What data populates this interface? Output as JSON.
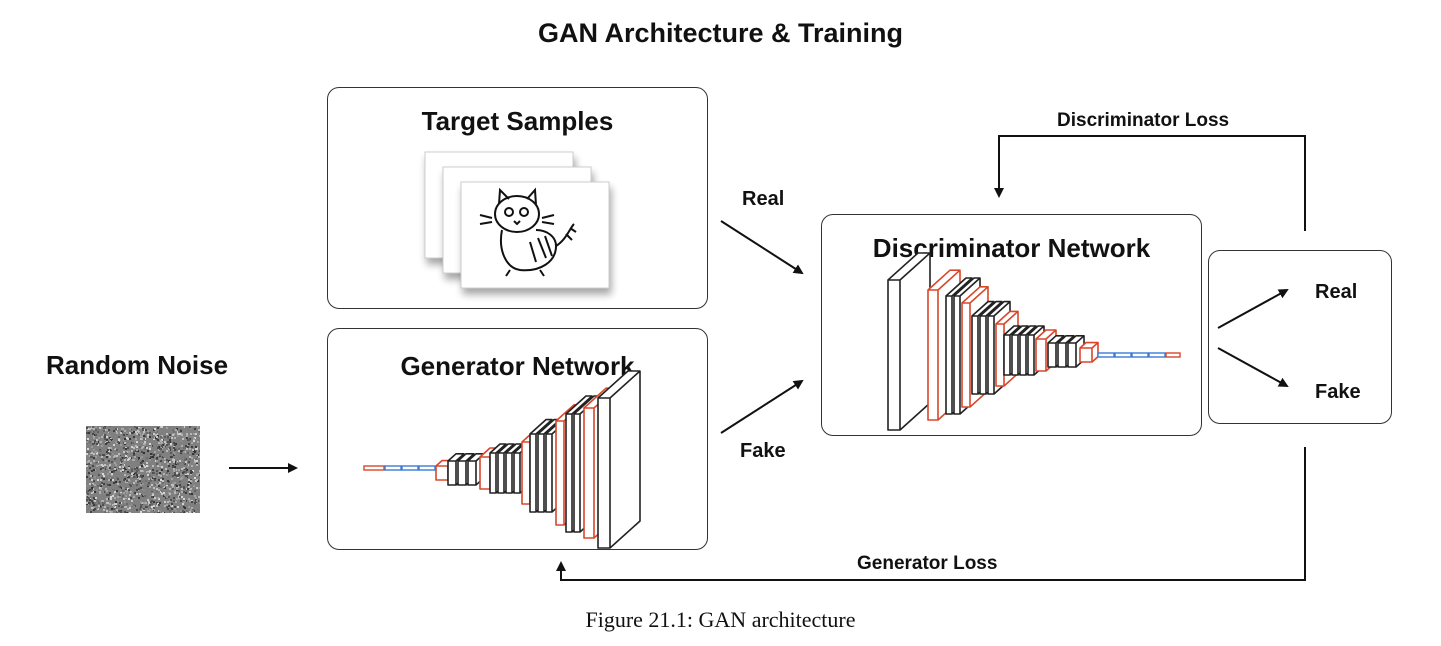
{
  "title": "GAN Architecture & Training",
  "caption": "Figure 21.1: GAN architecture",
  "input": {
    "label": "Random Noise"
  },
  "target": {
    "title": "Target Samples"
  },
  "generator": {
    "title": "Generator Network"
  },
  "discriminator": {
    "title": "Discriminator Network"
  },
  "edges": {
    "real": "Real",
    "fake": "Fake",
    "disc_loss": "Discriminator Loss",
    "gen_loss": "Generator Loss"
  },
  "output": {
    "real": "Real",
    "fake": "Fake"
  },
  "colors": {
    "layer_outline": "#222222",
    "layer_accent": "#d9472b",
    "dense": "#3a7bd5"
  }
}
